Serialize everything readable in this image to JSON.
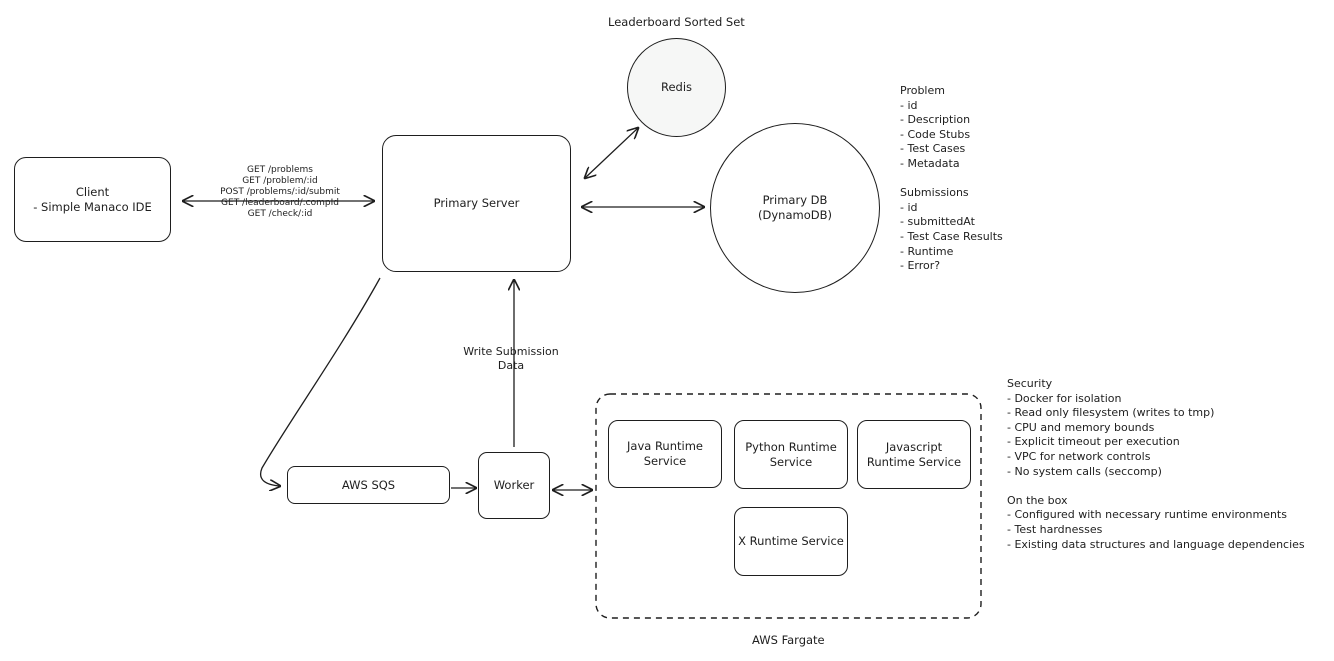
{
  "colors": {
    "stroke": "#1e1e1e",
    "background": "#ffffff",
    "redis_fill": "#f6f7f6"
  },
  "client": {
    "line1": "Client",
    "line2": "- Simple Manaco IDE"
  },
  "api_routes": [
    "GET /problems",
    "GET /problem/:id",
    "POST /problems/:id/submit",
    "GET /leaderboard/:compId",
    "GET /check/:id"
  ],
  "primary_server": {
    "label": "Primary Server"
  },
  "redis": {
    "label": "Redis",
    "caption": "Leaderboard Sorted Set"
  },
  "primary_db": {
    "line1": "Primary DB",
    "line2": "(DynamoDB)"
  },
  "schema": {
    "problem_title": "Problem",
    "problem_fields": [
      "- id",
      "- Description",
      "- Code Stubs",
      "- Test Cases",
      "- Metadata"
    ],
    "submissions_title": "Submissions",
    "submissions_fields": [
      "- id",
      "- submittedAt",
      "- Test Case Results",
      "- Runtime",
      "- Error?"
    ]
  },
  "write_label": {
    "line1": "Write Submission",
    "line2": "Data"
  },
  "aws_sqs": {
    "label": "AWS SQS"
  },
  "worker": {
    "label": "Worker"
  },
  "runtimes": {
    "java": {
      "line1": "Java Runtime",
      "line2": "Service"
    },
    "python": {
      "line1": "Python Runtime",
      "line2": "Service"
    },
    "javascript": {
      "line1": "Javascript",
      "line2": "Runtime Service"
    },
    "x": {
      "label": "X Runtime Service"
    }
  },
  "fargate": {
    "caption": "AWS Fargate"
  },
  "security": {
    "title": "Security",
    "items": [
      "- Docker for isolation",
      "- Read only filesystem (writes to tmp)",
      "- CPU and memory bounds",
      "- Explicit timeout per execution",
      "- VPC for network controls",
      "- No system calls (seccomp)"
    ],
    "box_title": "On the box",
    "box_items": [
      "- Configured with necessary runtime environments",
      "- Test hardnesses",
      "- Existing data structures and language dependencies"
    ]
  }
}
